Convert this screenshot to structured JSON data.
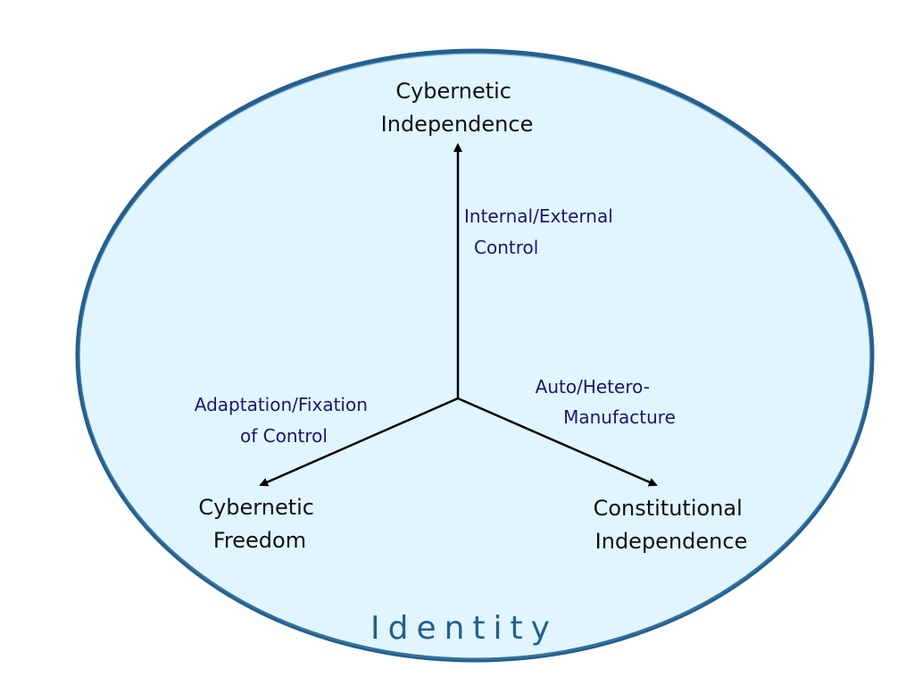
{
  "diagram": {
    "container_label": "Identity",
    "center_label": null,
    "nodes": {
      "top": [
        "Cybernetic",
        "Independence"
      ],
      "bottom_left": [
        "Cybernetic",
        "Freedom"
      ],
      "bottom_right": [
        "Constitutional",
        "Independence"
      ]
    },
    "axes": {
      "vertical": [
        "Internal/External",
        "Control"
      ],
      "left": [
        "Adaptation/Fixation",
        "of Control"
      ],
      "right": [
        "Auto/Hetero-",
        "Manufacture"
      ]
    },
    "colors": {
      "ellipse_fill": "#e0f5fd",
      "ellipse_stroke": "#23608f",
      "axis_label": "#1c1670",
      "node_text": "#111111",
      "arrow": "#000000"
    }
  }
}
